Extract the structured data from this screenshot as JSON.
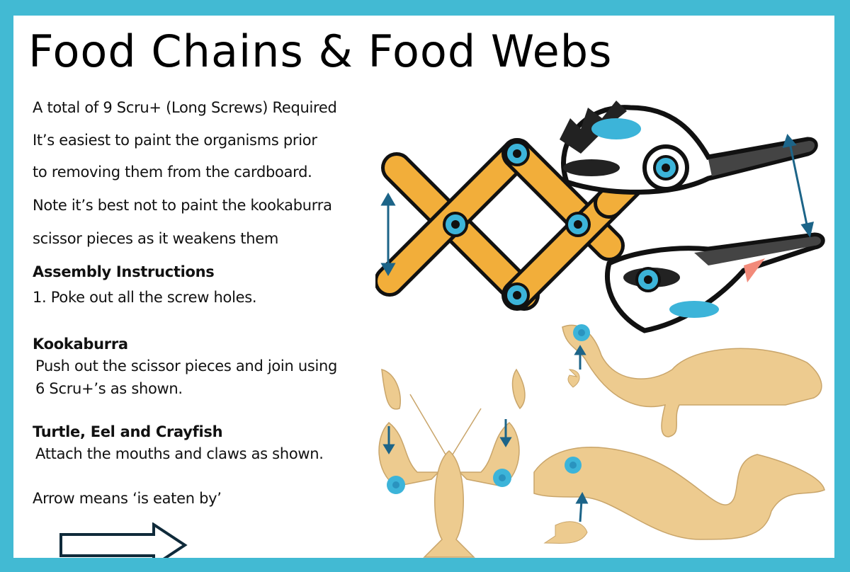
{
  "title": "Food Chains & Food Webs",
  "intro": {
    "lines": [
      "A total of 9 Scru+ (Long Screws) Required",
      "It’s easiest to paint the organisms prior",
      "to removing them from the cardboard.",
      "Note it’s best not to paint the kookaburra",
      "scissor pieces as it weakens them"
    ]
  },
  "assembly": {
    "heading": "Assembly Instructions",
    "step1": "1. Poke out all the screw holes."
  },
  "kookaburra": {
    "heading": "Kookaburra",
    "lines": [
      "Push out the scissor pieces and join using",
      "6 Scru+’s as shown."
    ]
  },
  "turtle_eel_crayfish": {
    "heading": "Turtle, Eel and Crayfish",
    "line": "Attach the mouths and claws as shown."
  },
  "legend": {
    "text": "Arrow means  ‘is eaten by’",
    "icon": "right-arrow-outline"
  },
  "illustrations": [
    {
      "name": "kookaburra-scissor",
      "icon": "kookaburra-scissor-mechanism"
    },
    {
      "name": "turtle",
      "icon": "cardboard-turtle"
    },
    {
      "name": "crayfish",
      "icon": "cardboard-crayfish"
    },
    {
      "name": "eel",
      "icon": "cardboard-eel"
    }
  ],
  "colors": {
    "border": "#42BAD3",
    "stick": "#F2AE3A",
    "screw": "#3CB4D9",
    "arrow": "#1C6488",
    "cardboard": "#EDCB8F",
    "legend_arrow": "#0F2A3A"
  }
}
